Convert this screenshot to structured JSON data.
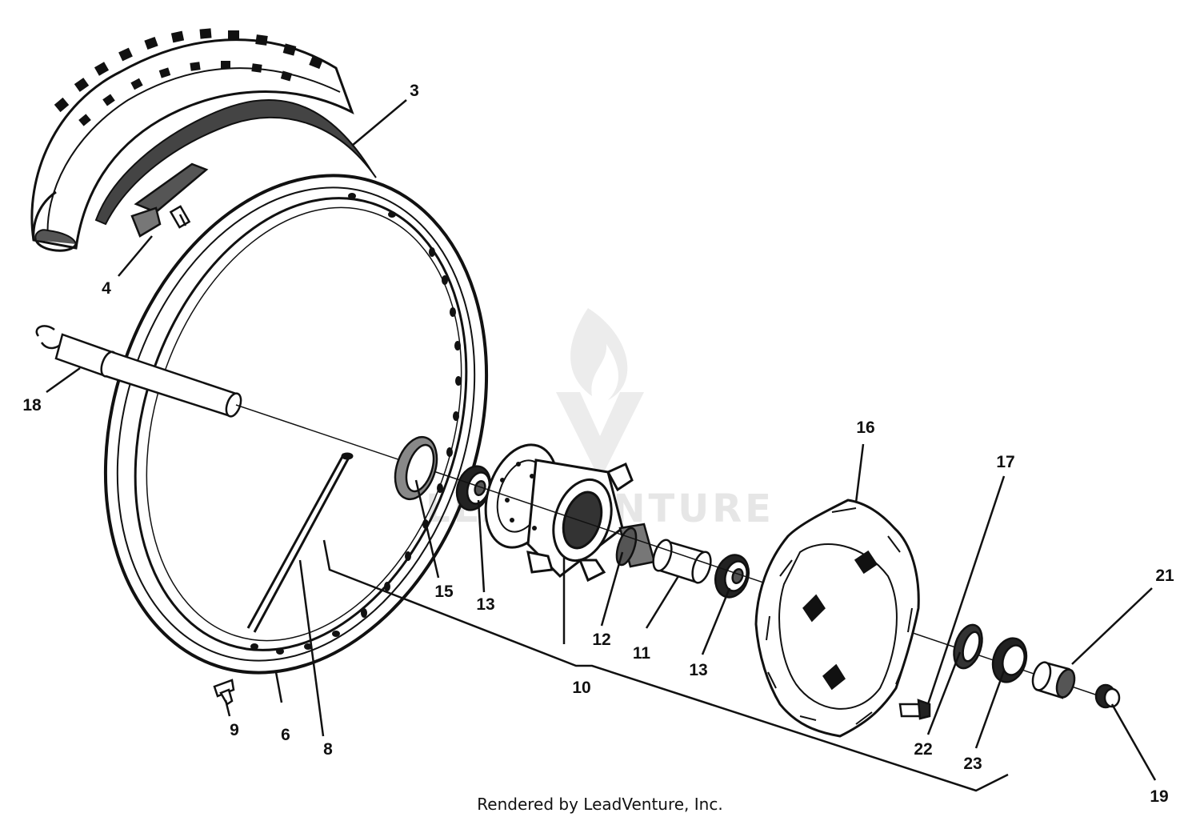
{
  "callouts": {
    "c3": "3",
    "c4": "4",
    "c6": "6",
    "c8": "8",
    "c9": "9",
    "c10": "10",
    "c11": "11",
    "c12": "12",
    "c13a": "13",
    "c13b": "13",
    "c15": "15",
    "c16": "16",
    "c17": "17",
    "c18": "18",
    "c19": "19",
    "c21": "21",
    "c22": "22",
    "c23": "23"
  },
  "footer": {
    "rendered_by": "Rendered by LeadVenture, Inc."
  },
  "watermark": {
    "text": "LEADVENTURE"
  },
  "colors": {
    "line": "#111111",
    "background": "#ffffff",
    "watermark": "#e6e6e6"
  }
}
